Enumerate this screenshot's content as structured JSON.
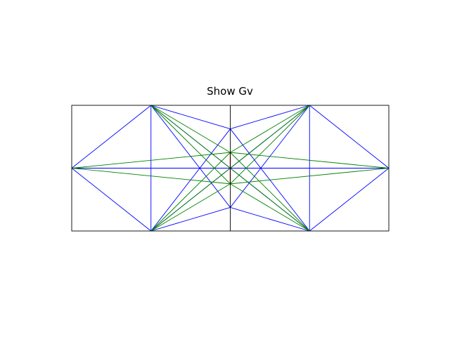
{
  "figure": {
    "title": "Show Gv"
  },
  "chart_data": {
    "type": "line",
    "title": "Show Gv",
    "xlim": [
      -2,
      2
    ],
    "ylim": [
      -0.8,
      0.8
    ],
    "grid": false,
    "colors": {
      "blue": "#0000ff",
      "green": "#008000",
      "red": "#ff0000",
      "frame": "#000000"
    },
    "series": [
      {
        "color": "blue",
        "segments": [
          [
            [
              -2,
              0
            ],
            [
              -1,
              0.8
            ]
          ],
          [
            [
              -2,
              0
            ],
            [
              -1,
              -0.8
            ]
          ],
          [
            [
              -1,
              0.8
            ],
            [
              -1,
              -0.8
            ]
          ],
          [
            [
              2,
              0
            ],
            [
              1,
              0.8
            ]
          ],
          [
            [
              2,
              0
            ],
            [
              1,
              -0.8
            ]
          ],
          [
            [
              1,
              0.8
            ],
            [
              1,
              -0.8
            ]
          ],
          [
            [
              -1,
              0.8
            ],
            [
              0,
              0.5
            ]
          ],
          [
            [
              1,
              0.8
            ],
            [
              0,
              0.5
            ]
          ],
          [
            [
              -1,
              -0.8
            ],
            [
              0,
              -0.5
            ]
          ],
          [
            [
              1,
              -0.8
            ],
            [
              0,
              -0.5
            ]
          ],
          [
            [
              -1,
              -0.8
            ],
            [
              0,
              0.5
            ]
          ],
          [
            [
              1,
              -0.8
            ],
            [
              0,
              0.5
            ]
          ],
          [
            [
              -1,
              0.8
            ],
            [
              0,
              -0.5
            ]
          ],
          [
            [
              1,
              0.8
            ],
            [
              0,
              -0.5
            ]
          ],
          [
            [
              -1,
              0.8
            ],
            [
              1,
              -0.8
            ]
          ],
          [
            [
              -1,
              -0.8
            ],
            [
              1,
              0.8
            ]
          ],
          [
            [
              -2,
              0
            ],
            [
              2,
              0
            ]
          ]
        ]
      },
      {
        "color": "green",
        "segments": [
          [
            [
              -2,
              0
            ],
            [
              0,
              0.2
            ]
          ],
          [
            [
              -2,
              0
            ],
            [
              0,
              -0.2
            ]
          ],
          [
            [
              2,
              0
            ],
            [
              0,
              0.2
            ]
          ],
          [
            [
              2,
              0
            ],
            [
              0,
              -0.2
            ]
          ],
          [
            [
              -1,
              0.8
            ],
            [
              0,
              0.2
            ]
          ],
          [
            [
              -1,
              0.8
            ],
            [
              0,
              -0.2
            ]
          ],
          [
            [
              1,
              0.8
            ],
            [
              0,
              0.2
            ]
          ],
          [
            [
              1,
              0.8
            ],
            [
              0,
              -0.2
            ]
          ],
          [
            [
              -1,
              -0.8
            ],
            [
              0,
              0.2
            ]
          ],
          [
            [
              -1,
              -0.8
            ],
            [
              0,
              -0.2
            ]
          ],
          [
            [
              1,
              -0.8
            ],
            [
              0,
              0.2
            ]
          ],
          [
            [
              1,
              -0.8
            ],
            [
              0,
              -0.2
            ]
          ],
          [
            [
              -1,
              0.8
            ],
            [
              1,
              -0.8
            ]
          ],
          [
            [
              -1,
              -0.8
            ],
            [
              1,
              0.8
            ]
          ]
        ]
      },
      {
        "color": "red",
        "segments": [
          [
            [
              0,
              0.2
            ],
            [
              0,
              -0.2
            ]
          ]
        ]
      },
      {
        "color": "frame",
        "segments": [
          [
            [
              0,
              0.8
            ],
            [
              0,
              -0.8
            ]
          ]
        ]
      }
    ]
  }
}
